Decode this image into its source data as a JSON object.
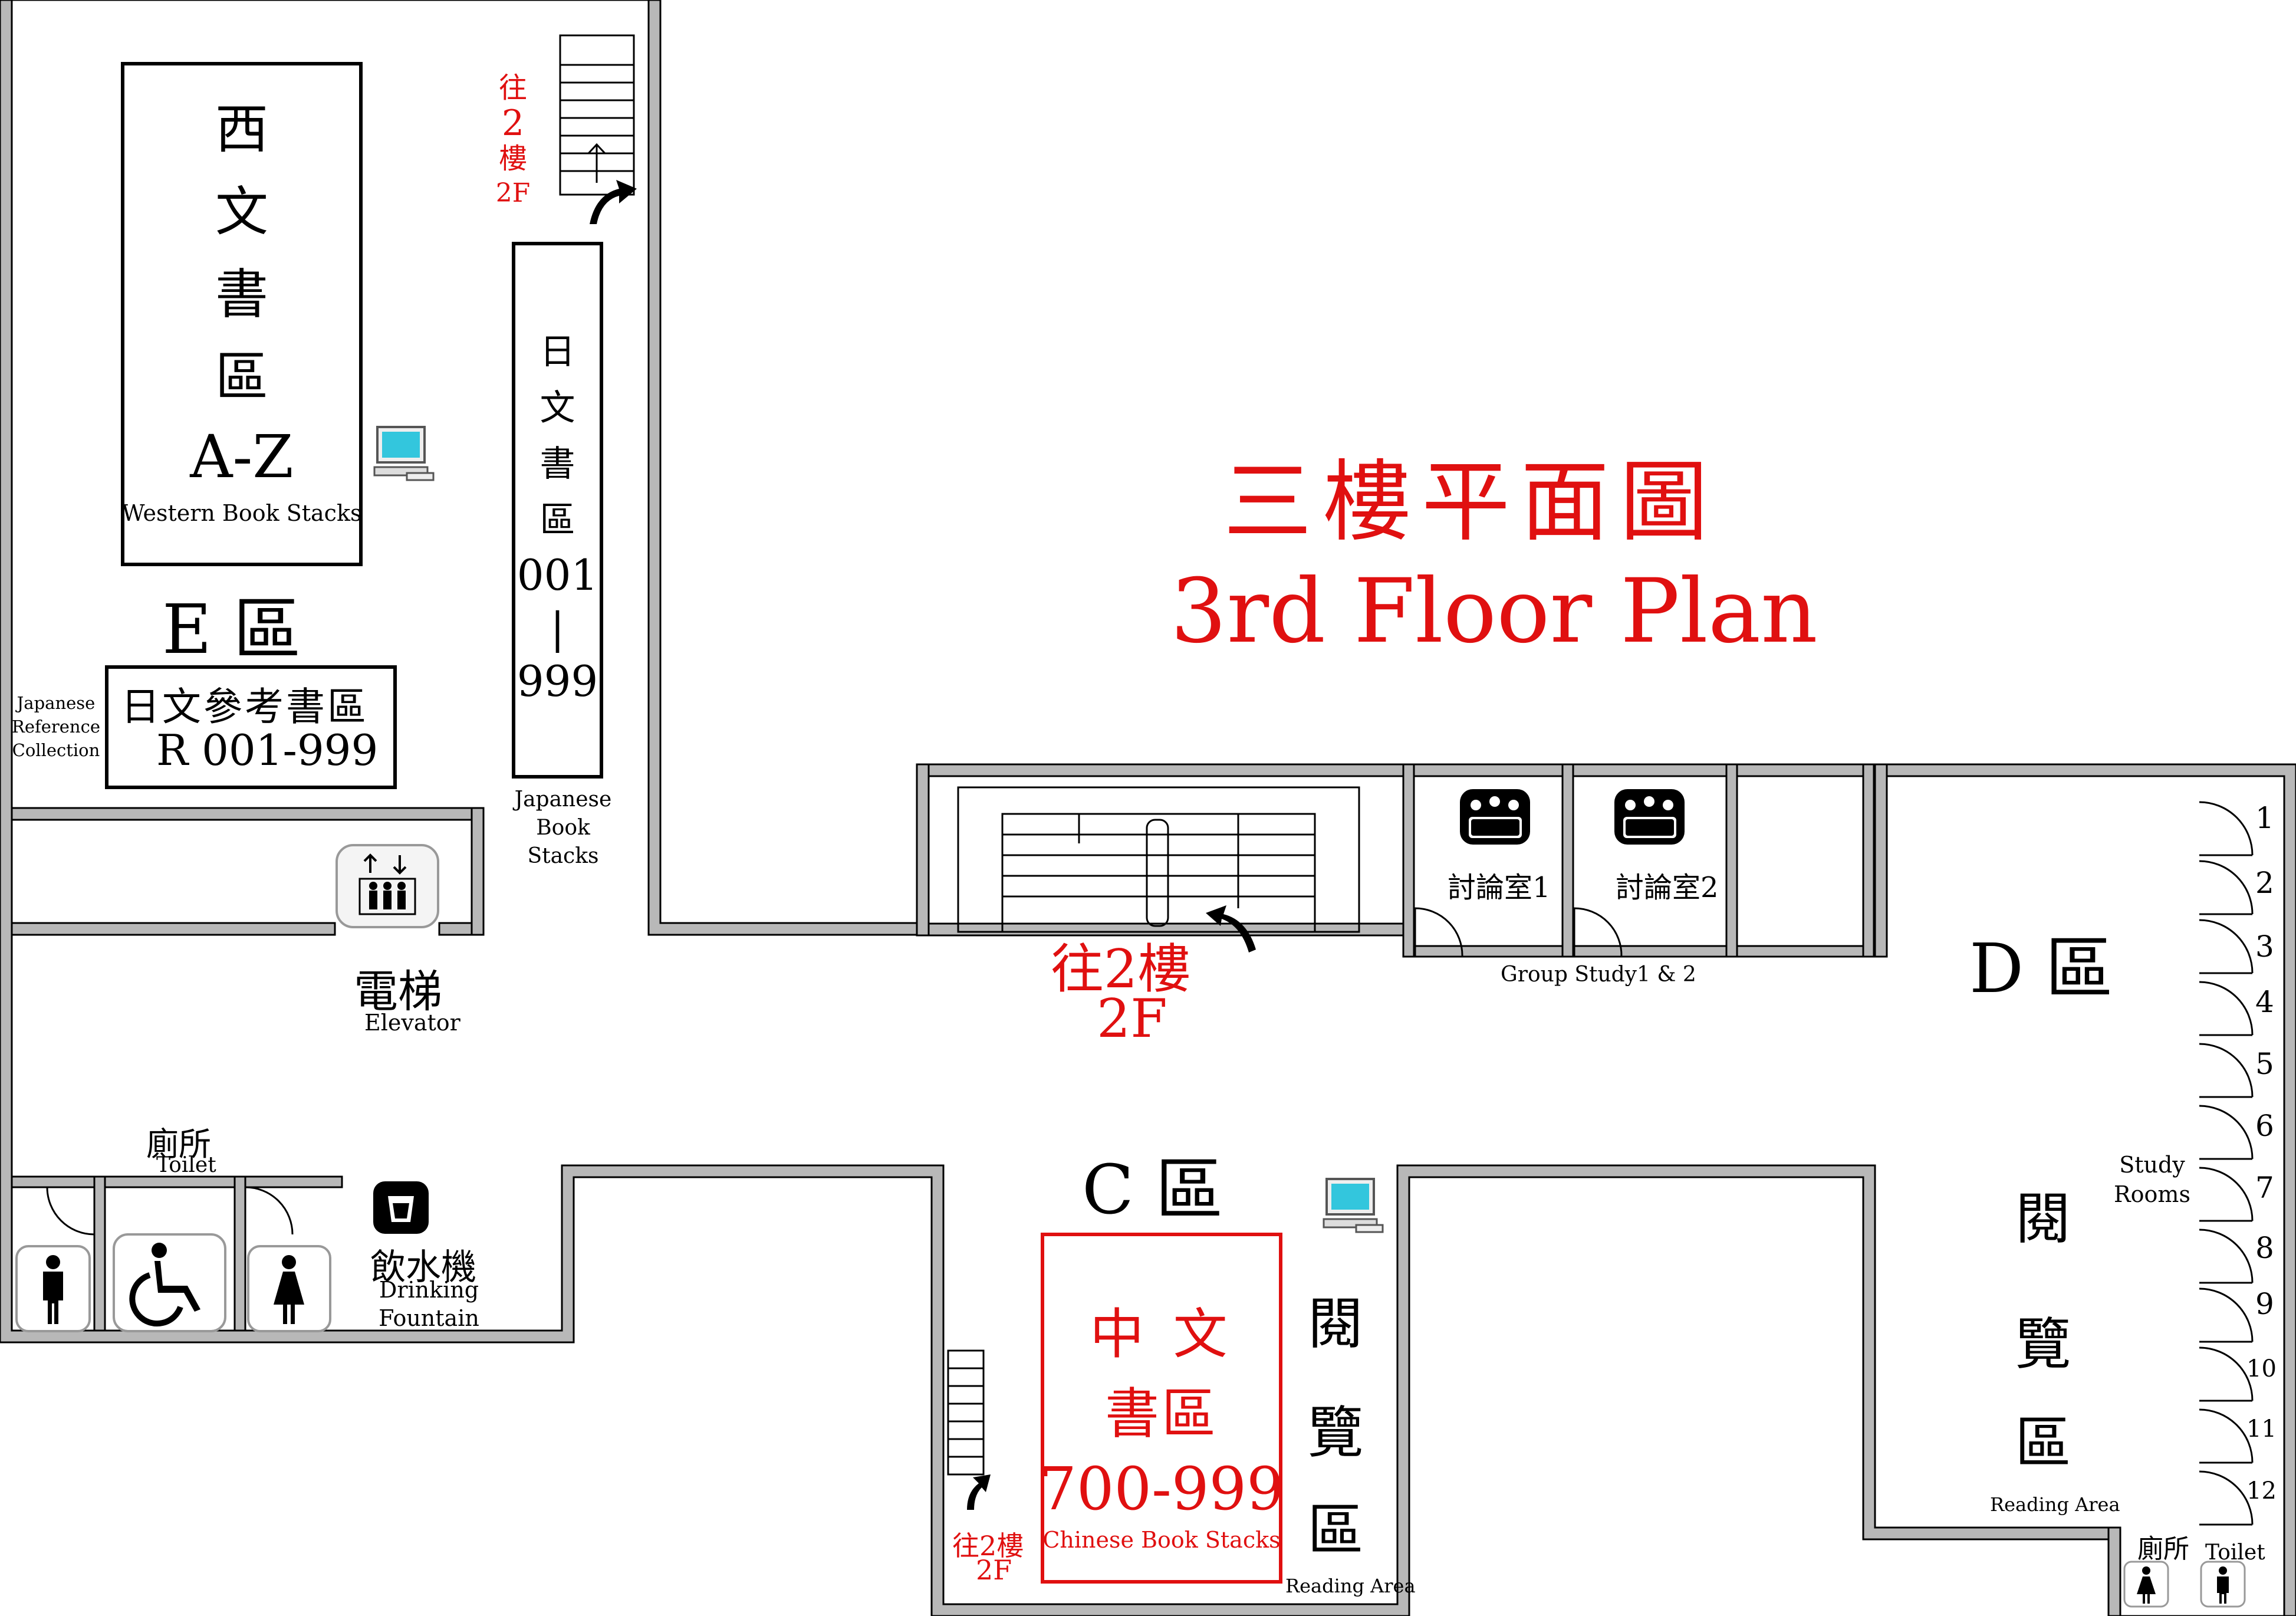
{
  "title": {
    "zh": "三樓平面圖",
    "en": "3rd Floor Plan"
  },
  "zone_e": {
    "label": "E 區",
    "western": {
      "chars": [
        "西",
        "文",
        "書",
        "區"
      ],
      "range": "A-Z",
      "en": "Western Book Stacks"
    },
    "japanese": {
      "chars": [
        "日",
        "文",
        "書",
        "區"
      ],
      "range_start": "001",
      "dash": "|",
      "range_end": "999",
      "en": [
        "Japanese",
        "Book",
        "Stacks"
      ]
    },
    "jp_reference": {
      "zh": "日文參考書區",
      "range": "R 001-999",
      "en": [
        "Japanese",
        "Reference",
        "Collection"
      ]
    },
    "stairs": {
      "zh_chars": [
        "往",
        "2",
        "樓"
      ],
      "en": "2F"
    }
  },
  "elevator": {
    "zh": "電梯",
    "en": "Elevator"
  },
  "toilet_west": {
    "zh": "廁所",
    "en": "Toilet"
  },
  "fountain": {
    "zh": "飲水機",
    "en": [
      "Drinking",
      "Fountain"
    ]
  },
  "center_stairs": {
    "zh": "往2樓",
    "en": "2F"
  },
  "group_study": {
    "room1": "討論室1",
    "room2": "討論室2",
    "en": "Group Study1 & 2"
  },
  "zone_c": {
    "label": "C 區",
    "chinese": {
      "line1": "中 文",
      "line2": "書區",
      "range": "700-999",
      "en": "Chinese Book Stacks"
    },
    "reading": {
      "chars": [
        "閱",
        "覽",
        "區"
      ],
      "en": "Reading Area"
    },
    "stairs": {
      "zh": "往2樓",
      "en": "2F"
    }
  },
  "zone_d": {
    "label": "D 區",
    "reading": {
      "chars": [
        "閱",
        "覽",
        "區"
      ],
      "en": "Reading Area"
    },
    "study_rooms": {
      "en": [
        "Study",
        "Rooms"
      ],
      "numbers": [
        "1",
        "2",
        "3",
        "4",
        "5",
        "6",
        "7",
        "8",
        "9",
        "10",
        "11",
        "12"
      ]
    }
  },
  "toilet_east": {
    "zh": "廁所",
    "en": "Toilet"
  },
  "colors": {
    "wall": "#b8b8b8",
    "wall_outline": "#000000",
    "accent": "#e01010",
    "monitor": "#33c6dd"
  },
  "icons": [
    "computer-icon",
    "elevator-icon",
    "men-toilet-icon",
    "accessible-toilet-icon",
    "women-toilet-icon",
    "drinking-fountain-icon",
    "group-study-icon",
    "stairs-icon",
    "arrow-icon"
  ]
}
